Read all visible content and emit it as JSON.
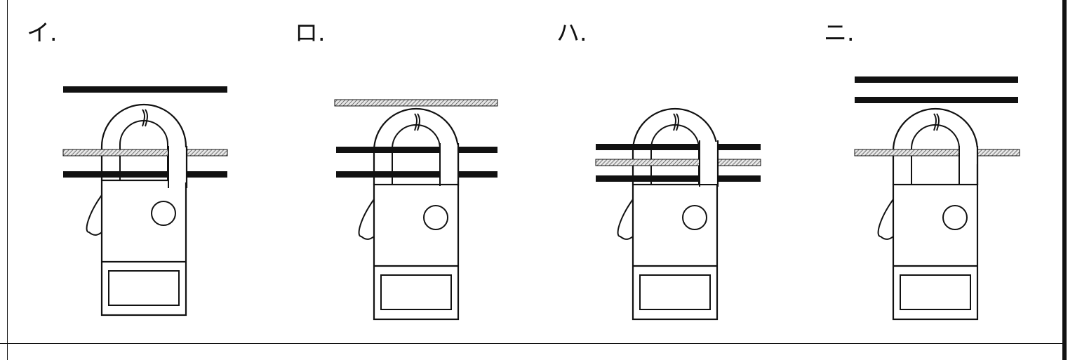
{
  "options": [
    {
      "label": "イ."
    },
    {
      "label": "ロ."
    },
    {
      "label": "ハ."
    },
    {
      "label": "ニ."
    }
  ]
}
